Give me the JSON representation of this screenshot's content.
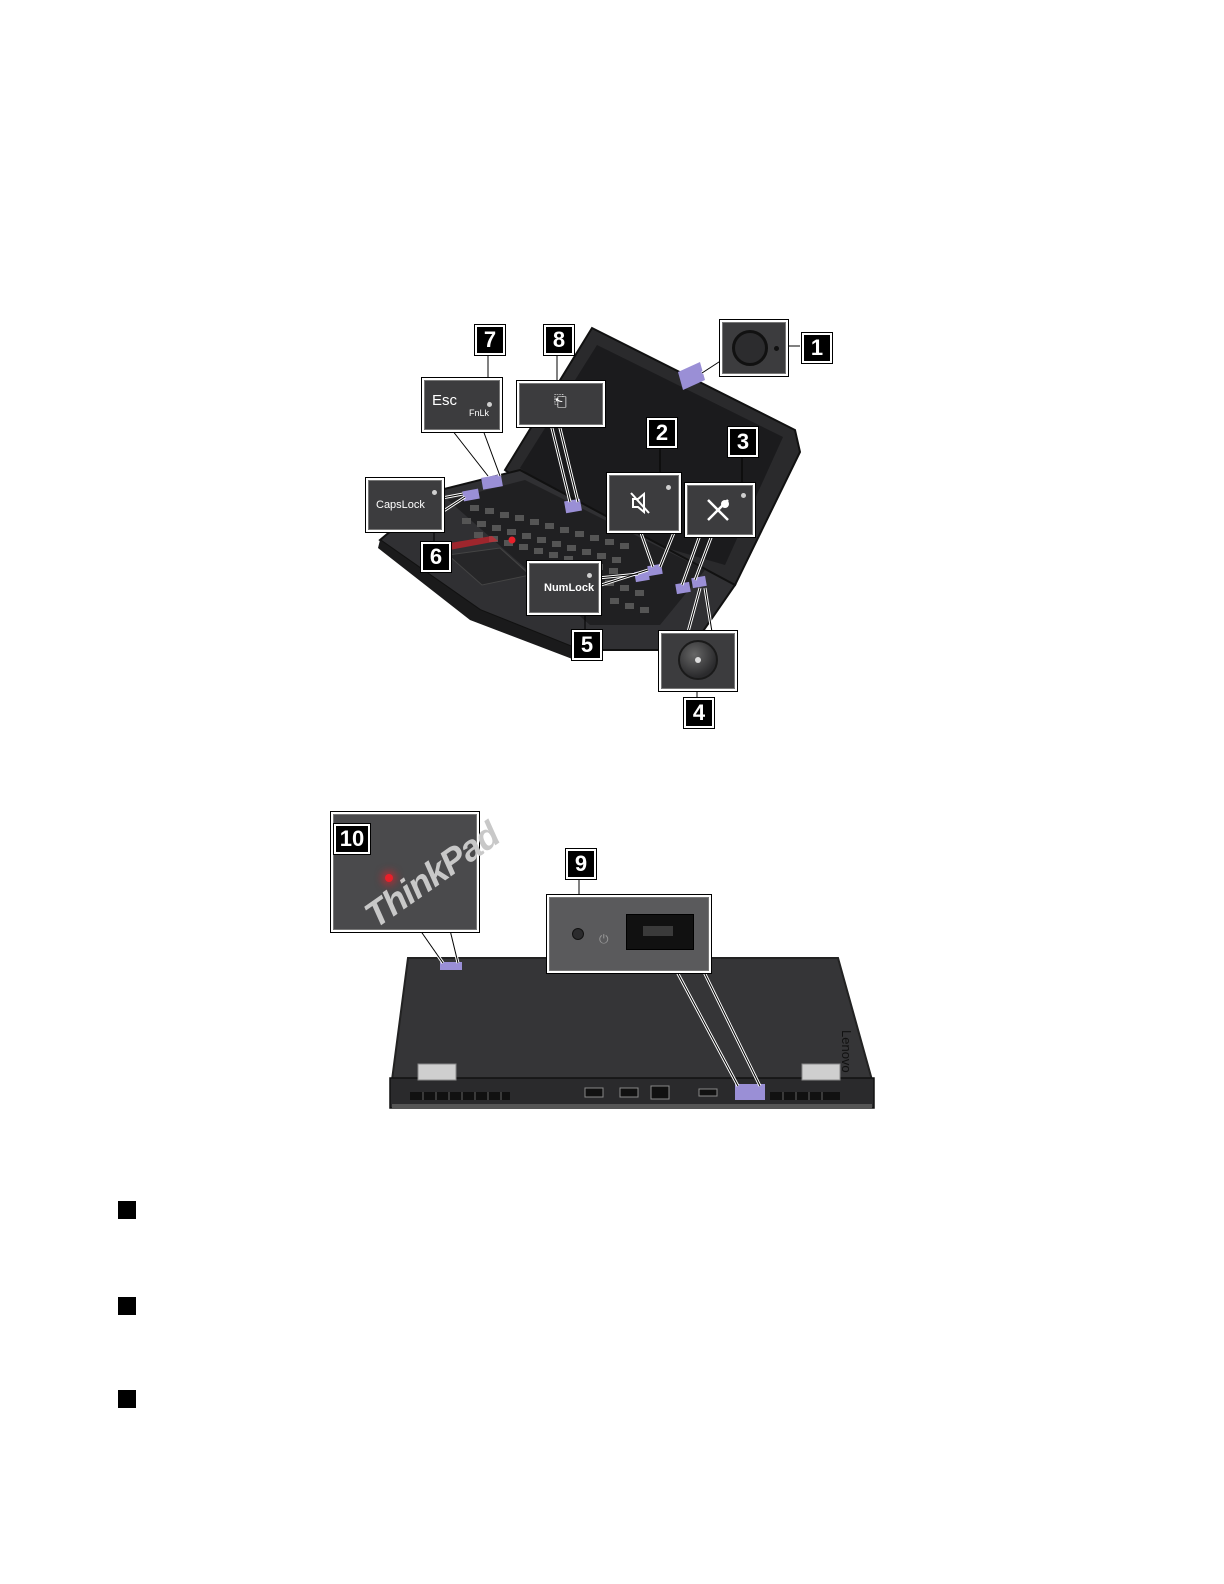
{
  "figure_top": {
    "callouts": [
      "1",
      "2",
      "3",
      "4",
      "5",
      "6",
      "7",
      "8"
    ],
    "keys": {
      "esc_main": "Esc",
      "esc_sub": "FnLk",
      "capslock": "CapsLock",
      "numlock": "NumLock"
    },
    "icons": {
      "camera": "camera-lens-icon",
      "speaker_mute": "speaker-mute-icon",
      "mic_mute": "microphone-mute-icon",
      "power": "power-button-icon",
      "drive": "drive-activity-icon"
    }
  },
  "figure_bottom": {
    "callouts": [
      "10",
      "9"
    ],
    "logo_text": "ThinkPad",
    "brand_text": "Lenovo",
    "icons": {
      "ac_power": "ac-power-icon"
    }
  },
  "bullets": [
    {
      "id": "b1"
    },
    {
      "id": "b2"
    },
    {
      "id": "b3"
    }
  ],
  "colors": {
    "laptop_body": "#2b2b2d",
    "highlight": "#9a8fd6",
    "logo_red": "#e8202a"
  }
}
